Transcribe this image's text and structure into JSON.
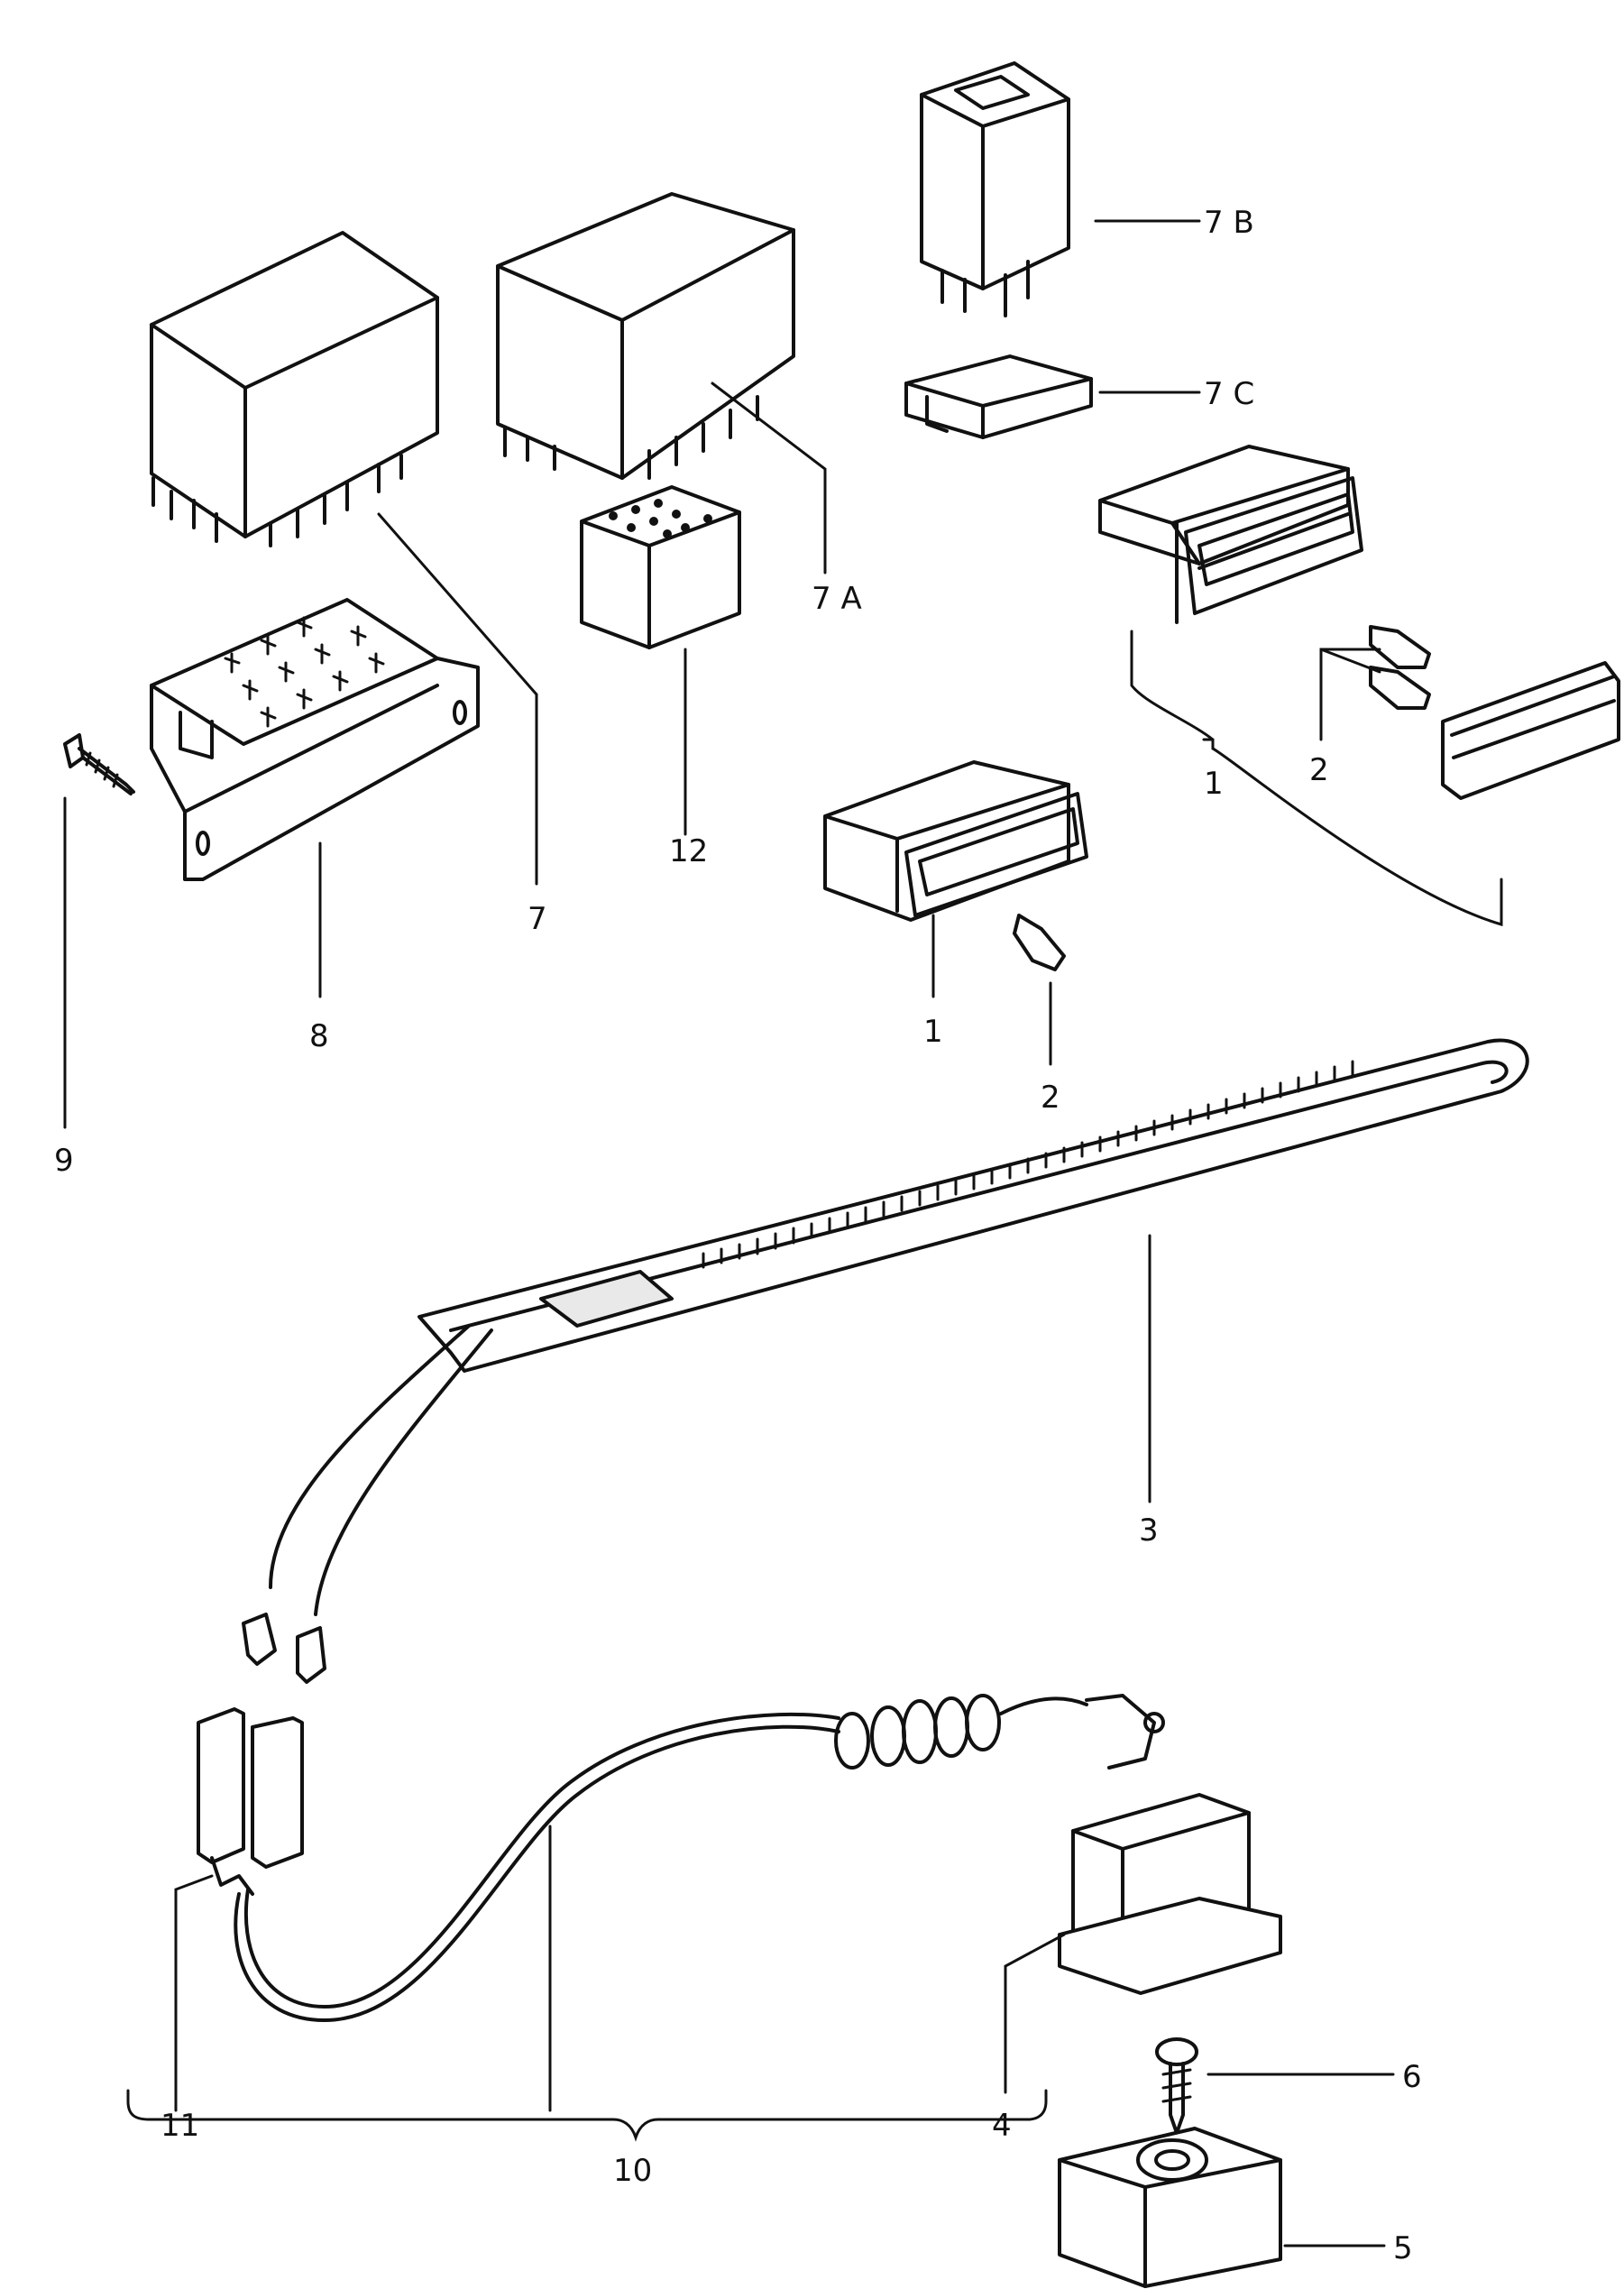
{
  "labels": {
    "l7b": "7 B",
    "l7c": "7 C",
    "l7a": "7 A",
    "l7": "7",
    "l8": "8",
    "l9": "9",
    "l12": "12",
    "l1a": "1",
    "l2a": "2",
    "l1b": "1",
    "l2b": "2",
    "l3": "3",
    "l4": "4",
    "l5": "5",
    "l6": "6",
    "l10": "10",
    "l11": "11"
  }
}
